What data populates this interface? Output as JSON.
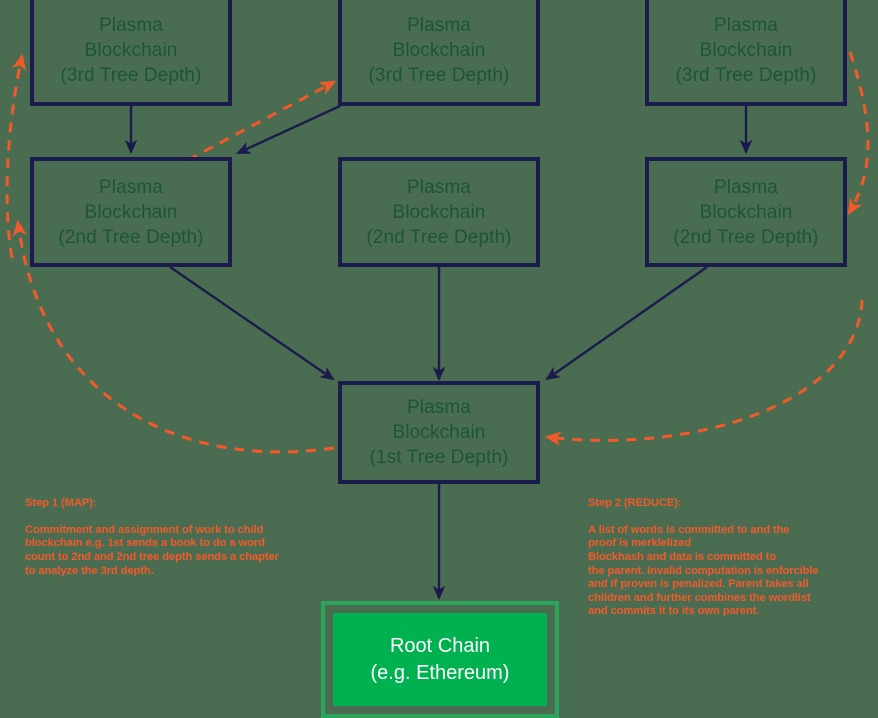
{
  "diagram": {
    "title": "Plasma blockchain tree MapReduce diagram",
    "background_color": "#4a6d51",
    "node_border_color": "#1b1b4d",
    "node_text_color": "#1d5632",
    "accent_color": "#f4592a",
    "root_fill_color": "#00b14f",
    "root_outline_color": "#2aa55a",
    "root_text_color": "#ffffff"
  },
  "nodes": {
    "plasma_3rd_left": {
      "label": "Plasma\nBlockchain\n(3rd Tree Depth)"
    },
    "plasma_3rd_middle": {
      "label": "Plasma\nBlockchain\n(3rd Tree Depth)"
    },
    "plasma_3rd_right": {
      "label": "Plasma\nBlockchain\n(3rd Tree Depth)"
    },
    "plasma_2nd_left": {
      "label": "Plasma\nBlockchain\n(2nd Tree Depth)"
    },
    "plasma_2nd_middle": {
      "label": "Plasma\nBlockchain\n(2nd Tree Depth)"
    },
    "plasma_2nd_right": {
      "label": "Plasma\nBlockchain\n(2nd Tree Depth)"
    },
    "plasma_1st": {
      "label": "Plasma\nBlockchain\n(1st Tree Depth)"
    },
    "root_chain": {
      "label": "Root Chain\n(e.g. Ethereum)"
    }
  },
  "notes": {
    "step1": {
      "title": "Step 1 (MAP):",
      "body": "Commitment and assignment of work to child\nblockchain e.g. 1st sends a book to do a word\ncount to 2nd and 2nd tree depth sends a chapter\nto analyze the 3rd depth."
    },
    "step2": {
      "title": "Step 2 (REDUCE):",
      "body": "A list of words is committed to and the\nproof is merklelized\nBlockhash and data is committed to\nthe parent. Invalid computation is enforcible\nand if proven is penalized. Parent takes all\nchildren and further combines the wordlist\nand commits it to its own parent."
    }
  }
}
